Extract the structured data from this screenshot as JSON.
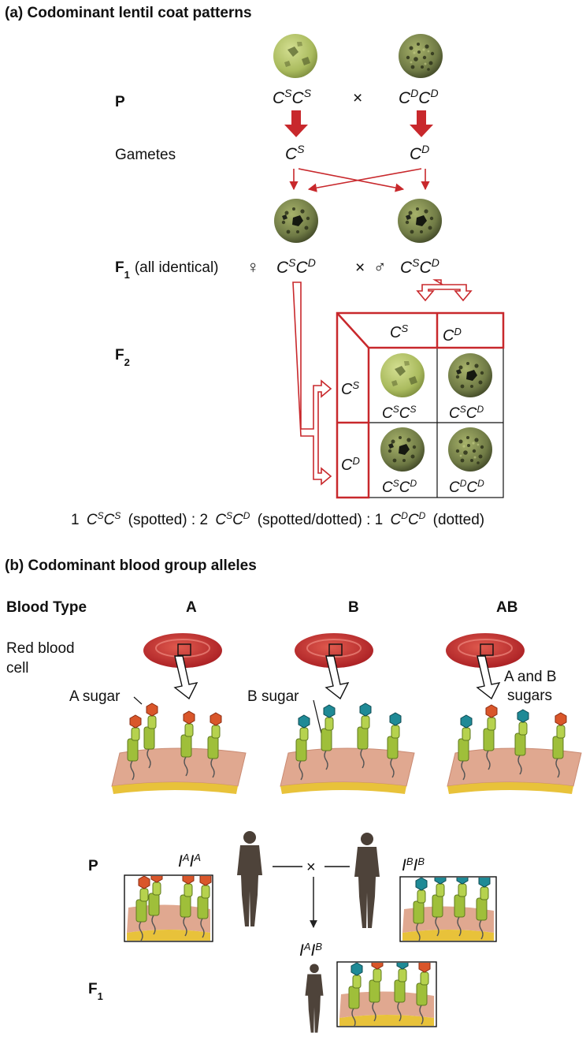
{
  "panel_a": {
    "title": "(a)  Codominant lentil coat patterns",
    "label_p": "P",
    "label_gametes": "Gametes",
    "label_f1": "F",
    "label_f1_sub": "1",
    "label_f1_note": "(all identical)",
    "label_f2": "F",
    "label_f2_sub": "2",
    "cross_symbol": "×",
    "female_symbol": "♀",
    "male_symbol": "♂",
    "allele_base": "C",
    "sup_s": "S",
    "sup_d": "D",
    "ratio": {
      "one": "1",
      "spotted": "(spotted) : 2",
      "spotted_dotted": "(spotted/dotted) : 1",
      "dotted": "(dotted)"
    }
  },
  "panel_b": {
    "title": "(b)  Codominant blood group alleles",
    "blood_type_label": "Blood Type",
    "type_a": "A",
    "type_b": "B",
    "type_ab": "AB",
    "rbc_line1": "Red blood",
    "rbc_line2": "cell",
    "a_sugar": "A sugar",
    "b_sugar": "B sugar",
    "ab_sugar_line1": "A and B",
    "ab_sugar_line2": "sugars",
    "label_p": "P",
    "label_f1": "F",
    "label_f1_sub": "1",
    "cross_symbol": "×",
    "allele_base": "I",
    "sup_a": "A",
    "sup_b": "B"
  },
  "colors": {
    "red_arrow": "#c8282c",
    "spotted_seed": "#b3c26a",
    "dotted_seed": "#6f7a45",
    "rbc": "#c0282c",
    "a_sugar": "#d9562a",
    "b_sugar": "#1f8a96",
    "protein": "#9fbf3a",
    "membrane": "#e0a890",
    "membrane_edge": "#e8c23a"
  }
}
